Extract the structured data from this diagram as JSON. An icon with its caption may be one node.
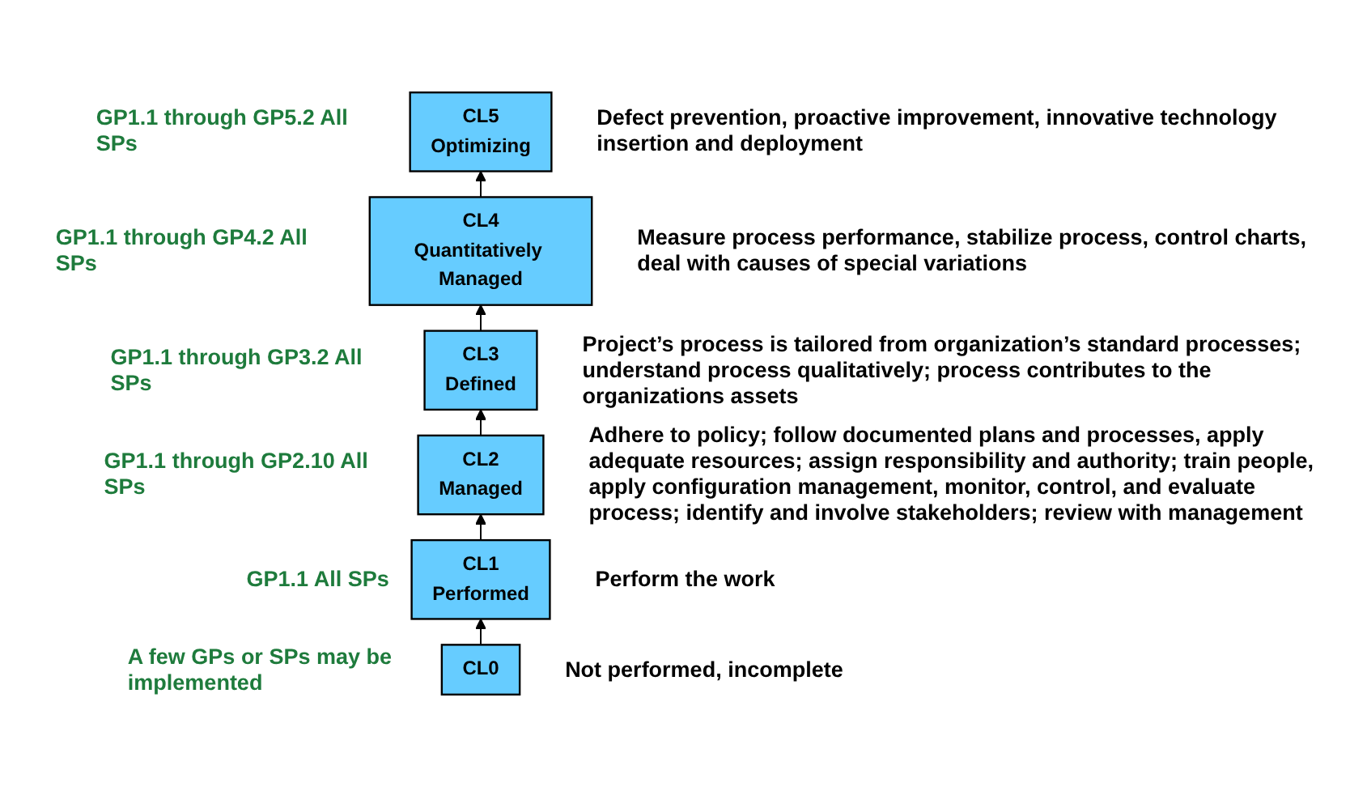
{
  "diagram": {
    "nodes": [
      {
        "text": [
          "CL5",
          "Optimizing"
        ],
        "beside": [
          "GP1.1 through GP5.2 All SPs",
          "Defect prevention, proactive improvement, innovative technology insertion and deployment"
        ]
      },
      {
        "text": [
          "CL4",
          "Quantitatively Managed"
        ],
        "beside": [
          "GP1.1 through GP4.2 All SPs",
          "Measure process performance, stabilize process, control charts, deal with causes of special variations"
        ]
      },
      {
        "text": [
          "CL3",
          "Defined"
        ],
        "beside": [
          "GP1.1 through GP3.2 All SPs",
          "Project’s process is tailored from organization’s standard processes; understand process qualitatively; process contributes to the organizations assets"
        ]
      },
      {
        "text": [
          "CL2",
          "Managed"
        ],
        "beside": [
          "GP1.1 through GP2.10 All SPs",
          "Adhere to policy; follow documented plans and processes, apply adequate resources; assign responsibility and authority; train people, apply configuration management, monitor, control, and evaluate process; identify and involve stakeholders; review with management"
        ]
      },
      {
        "text": [
          "CL1",
          "Performed"
        ],
        "beside": [
          "GP1.1 All SPs",
          "Perform the work"
        ]
      },
      {
        "text": [
          "CL0"
        ],
        "beside": [
          "A few GPs or SPs may be implemented",
          "Not performed, incomplete"
        ]
      }
    ],
    "edges": [
      {
        "from": 5,
        "to": 4,
        "arrow": "to"
      },
      {
        "from": 4,
        "to": 3,
        "arrow": "to"
      },
      {
        "from": 3,
        "to": 2,
        "arrow": "to"
      },
      {
        "from": 2,
        "to": 1,
        "arrow": "to"
      },
      {
        "from": 1,
        "to": 0,
        "arrow": "to"
      }
    ]
  }
}
